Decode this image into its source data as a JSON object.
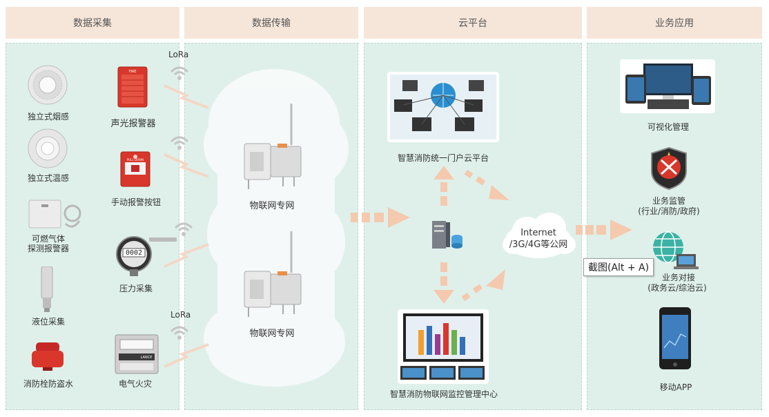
{
  "headers": {
    "collect": "数据采集",
    "transmit": "数据传输",
    "cloud": "云平台",
    "business": "业务应用"
  },
  "collect": {
    "smoke": "独立式烟感",
    "temp": "独立式温感",
    "gas_line1": "可燃气体",
    "gas_line2": "探测报警器",
    "level": "液位采集",
    "hydrant": "消防栓防盗水",
    "alarm": "声光报警器",
    "manual": "手动报警按钮",
    "pressure": "压力采集",
    "pressure_readout": "0002",
    "electric": "电气火灾",
    "electric_brand": "LANCE",
    "manual_panel_text": "PULL DOWN",
    "alarm_panel_text": "FIRE"
  },
  "transmit": {
    "lora_top": "LoRa",
    "lora_bottom": "LoRa",
    "gateway1": "物联网专网",
    "gateway2": "物联网专网"
  },
  "cloud": {
    "portal": "智慧消防统一门户云平台",
    "monitor": "智慧消防物联网监控管理中心",
    "internet_line1": "Internet",
    "internet_line2": "/3G/4G等公网"
  },
  "business": {
    "visual": "可视化管理",
    "supervise_line1": "业务监管",
    "supervise_line2": "(行业/消防/政府)",
    "dock_line1": "业务对接",
    "dock_line2": "(政务云/综治云)",
    "mobile": "移动APP"
  },
  "tooltip": "截图(Alt + A)",
  "colors": {
    "header_bg": "#f6e6da",
    "panel_bg": "#dff0ea",
    "arrow": "#f4c9ae",
    "accent_red": "#d9372b"
  }
}
